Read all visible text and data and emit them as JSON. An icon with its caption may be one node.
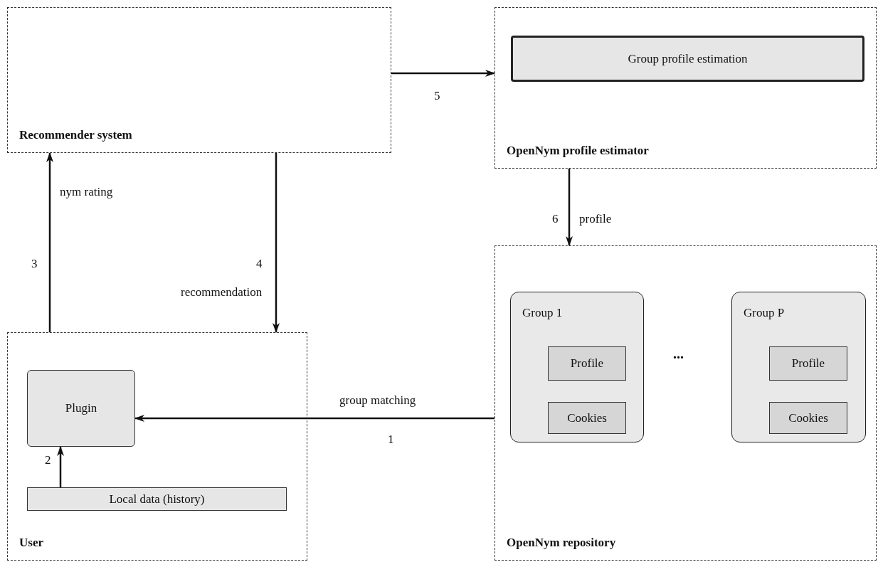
{
  "diagram": {
    "nodes": [
      {
        "text": [
          "Recommender system"
        ]
      },
      {
        "text": [
          "OpenNym profile estimator"
        ]
      },
      {
        "text": [
          "Group profile estimation"
        ],
        "in": 1
      },
      {
        "text": [
          "OpenNym repository"
        ]
      },
      {
        "text": [
          "Group 1"
        ],
        "in": 3
      },
      {
        "text": [
          "Profile"
        ],
        "in": 4
      },
      {
        "text": [
          "Cookies"
        ],
        "in": 4
      },
      {
        "text": [
          "Group P"
        ],
        "in": 3
      },
      {
        "text": [
          "Profile"
        ],
        "in": 7
      },
      {
        "text": [
          "Cookies"
        ],
        "in": 7
      },
      {
        "text": [
          "User"
        ]
      },
      {
        "text": [
          "Plugin"
        ],
        "in": 10
      },
      {
        "text": [
          "Local data (history)"
        ],
        "in": 10
      }
    ],
    "edges": [
      {
        "from": 0,
        "to": 1,
        "arrow": "to",
        "label": "5"
      },
      {
        "from": 1,
        "to": 3,
        "arrow": "to",
        "label": "profile"
      },
      {
        "from": 10,
        "to": 0,
        "arrow": "to",
        "label": "nym rating"
      },
      {
        "from": 0,
        "to": 10,
        "arrow": "to",
        "label": "recommendation"
      },
      {
        "from": 3,
        "to": 11,
        "arrow": "to",
        "label": "group matching"
      },
      {
        "from": 12,
        "to": 11,
        "arrow": "to",
        "label": "2"
      }
    ],
    "labels": [
      "6",
      "3",
      "4",
      "...",
      "1"
    ]
  }
}
